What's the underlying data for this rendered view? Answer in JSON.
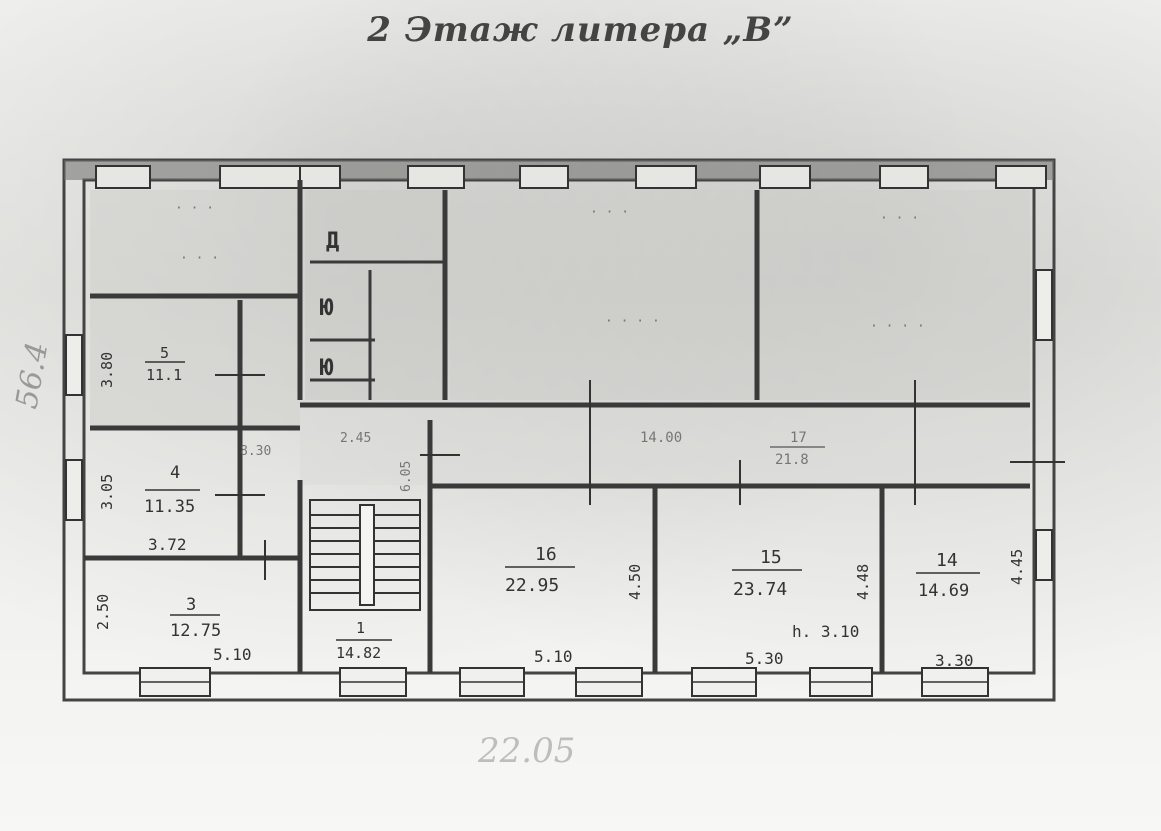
{
  "title": "2 Этаж литера „В”",
  "rooms": {
    "r1": {
      "number": "1",
      "area": "14.82"
    },
    "r3": {
      "number": "3",
      "area": "12.75"
    },
    "r4": {
      "number": "4",
      "area": "11.35"
    },
    "r5": {
      "number": "5",
      "area": "11.1"
    },
    "r14": {
      "number": "14",
      "area": "14.69"
    },
    "r15": {
      "number": "15",
      "area": "23.74"
    },
    "r16": {
      "number": "16",
      "area": "22.95"
    },
    "r17": {
      "number": "17",
      "area": "21.8"
    }
  },
  "dimensions": {
    "d_3_05": "3.05",
    "d_3_72": "3.72",
    "d_2_50": "2.50",
    "d_5_10_a": "5.10",
    "d_5_10_b": "5.10",
    "d_5_30": "5.30",
    "d_3_30": "3.30",
    "d_4_50": "4.50",
    "d_4_48": "4.48",
    "d_4_45": "4.45",
    "d_14_00": "14.00",
    "d_2_45": "2.45",
    "d_8_30": "8.30",
    "d_6_05": "6.05",
    "d_3_80": "3.80",
    "height": "h. 3.10"
  },
  "wc_marks": [
    "Д",
    "Ю",
    "Ю"
  ],
  "margin_note": "56.4",
  "ghost_note": "22.05"
}
